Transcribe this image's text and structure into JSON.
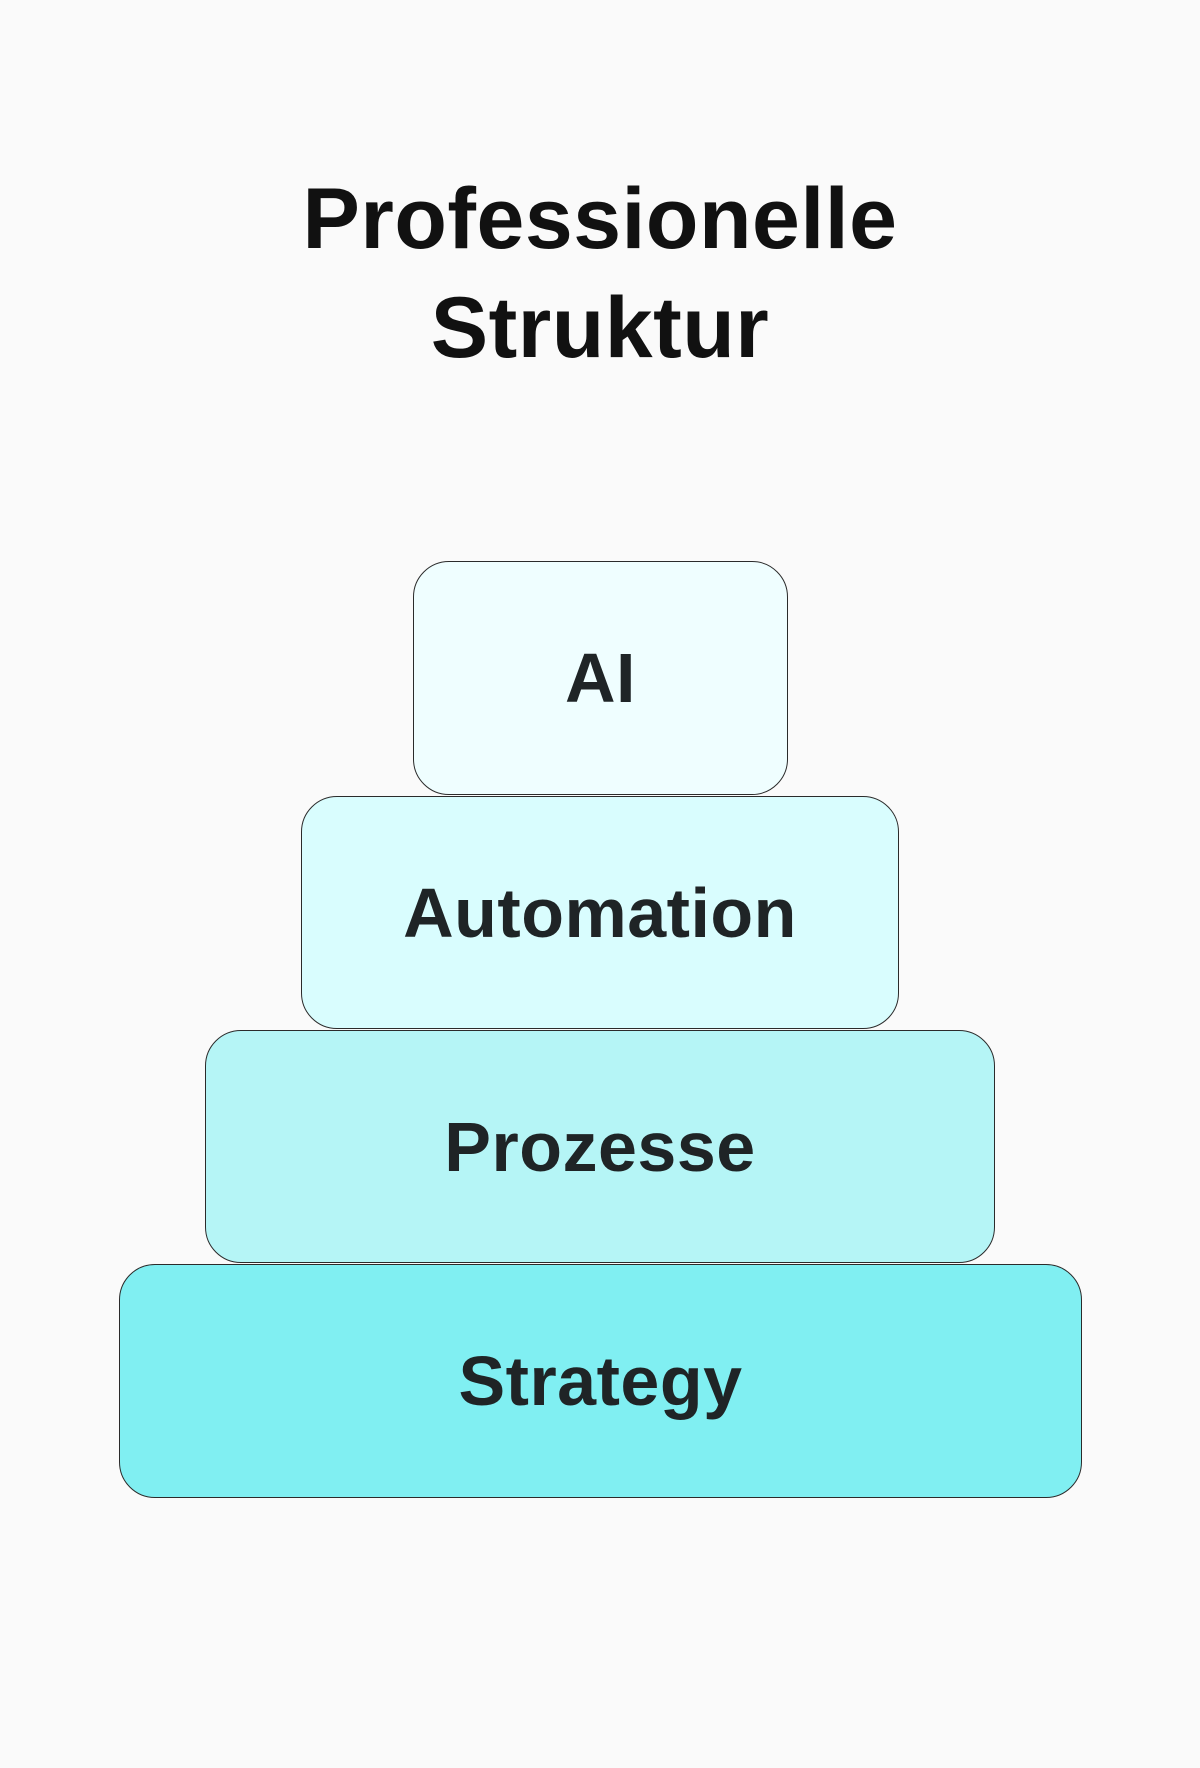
{
  "title": {
    "line1": "Professionelle",
    "line2": "Struktur"
  },
  "tiers": [
    {
      "label": "AI",
      "color": "#effeff"
    },
    {
      "label": "Automation",
      "color": "#d9fdfe"
    },
    {
      "label": "Prozesse",
      "color": "#b5f5f6"
    },
    {
      "label": "Strategy",
      "color": "#80eff2"
    }
  ],
  "colors": {
    "background": "#fafafa",
    "text": "#1f2426",
    "border": "#2b2b2b"
  }
}
